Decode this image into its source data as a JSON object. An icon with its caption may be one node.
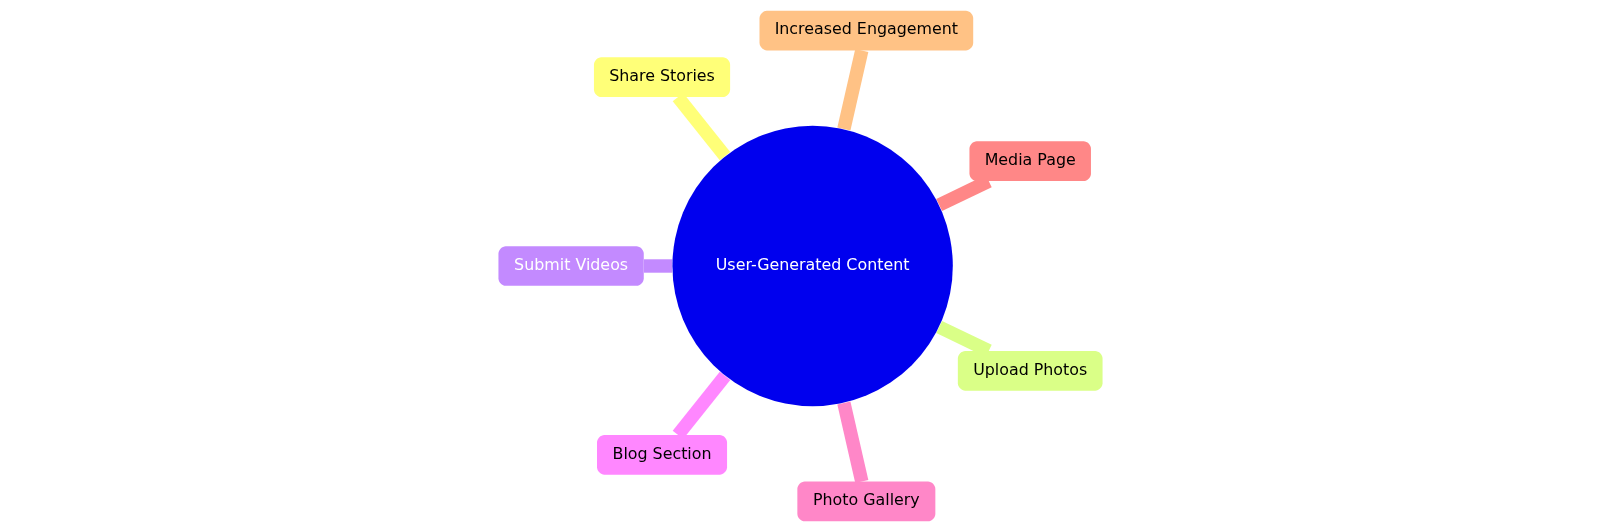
{
  "diagram": {
    "nodes": [
      {
        "text": [
          "User-Generated Content"
        ]
      },
      {
        "text": [
          "Media Page"
        ]
      },
      {
        "text": [
          "Increased Engagement"
        ]
      },
      {
        "text": [
          "Share Stories"
        ]
      },
      {
        "text": [
          "Submit Videos"
        ]
      },
      {
        "text": [
          "Blog Section"
        ]
      },
      {
        "text": [
          "Photo Gallery"
        ]
      },
      {
        "text": [
          "Upload Photos"
        ]
      }
    ],
    "edges": [
      {
        "from": 0,
        "to": 1,
        "arrow": "none",
        "color": "#ff8787"
      },
      {
        "from": 0,
        "to": 3,
        "arrow": "none",
        "color": "#ffff78"
      },
      {
        "from": 0,
        "to": 5,
        "arrow": "none",
        "color": "#ff87ff"
      },
      {
        "from": 0,
        "to": 7,
        "arrow": "none",
        "color": "#daff87"
      },
      {
        "from": 0,
        "to": 6,
        "arrow": "none",
        "color": "#ff87c8"
      },
      {
        "from": 0,
        "to": 4,
        "arrow": "none",
        "color": "#c38aff"
      },
      {
        "from": 0,
        "to": 2,
        "arrow": "none",
        "color": "#ffc285"
      }
    ]
  }
}
